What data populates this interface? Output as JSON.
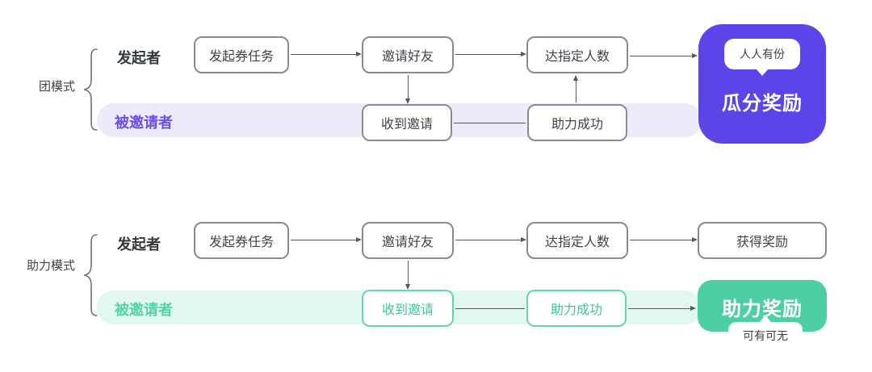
{
  "colors": {
    "purple": "#5B45E9",
    "purple_role": "#6B4EE8",
    "lavender_band": "#EDEAFA",
    "green": "#4ECFA3",
    "teal_text": "#3EC795",
    "teal_border": "#66D5AE",
    "teal_role": "#56D2A8",
    "mint_band": "#E1F8F1",
    "box_border": "#878B93",
    "dark_text": "#3F434B",
    "role_dark": "#34383F",
    "arrow": "#53575E",
    "badge_text": "#3A3E46",
    "brace": "#6E727A"
  },
  "group_mode": {
    "label": "团模式",
    "initiator": {
      "role": "发起者",
      "steps": [
        "发起券任务",
        "邀请好友",
        "达指定人数"
      ]
    },
    "invitee": {
      "role": "被邀请者",
      "steps": [
        "收到邀请",
        "助力成功"
      ]
    },
    "reward": {
      "badge": "人人有份",
      "title": "瓜分奖励"
    }
  },
  "assist_mode": {
    "label": "助力模式",
    "initiator": {
      "role": "发起者",
      "steps": [
        "发起券任务",
        "邀请好友",
        "达指定人数"
      ],
      "reward": "获得奖励"
    },
    "invitee": {
      "role": "被邀请者",
      "steps": [
        "收到邀请",
        "助力成功"
      ]
    },
    "reward": {
      "title": "助力奖励",
      "badge": "可有可无"
    }
  }
}
